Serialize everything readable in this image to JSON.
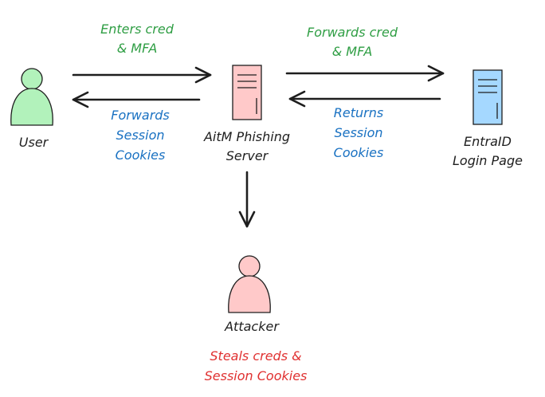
{
  "nodes": {
    "user": {
      "label": "User",
      "color": "#b2f2bb"
    },
    "phishing_server": {
      "label_lines": [
        "AitM Phishing",
        "Server"
      ],
      "color": "#ffc9c9"
    },
    "entra": {
      "label_lines": [
        "EntraID",
        "Login Page"
      ],
      "color": "#a5d8ff"
    },
    "attacker": {
      "label": "Attacker",
      "color": "#ffc9c9"
    }
  },
  "edges": {
    "user_to_server": {
      "label_lines": [
        "Enters cred",
        "& MFA"
      ],
      "color": "#2f9e44"
    },
    "server_to_user": {
      "label_lines": [
        "Forwards",
        "Session",
        "Cookies"
      ],
      "color": "#1971c2"
    },
    "server_to_entra": {
      "label_lines": [
        "Forwards cred",
        "& MFA"
      ],
      "color": "#2f9e44"
    },
    "entra_to_server": {
      "label_lines": [
        "Returns",
        "Session",
        "Cookies"
      ],
      "color": "#1971c2"
    },
    "server_to_attacker": {
      "label_lines": [
        "Steals creds &",
        "Session Cookies"
      ],
      "color": "#e03131"
    }
  },
  "icons": {
    "user": "person-icon",
    "phishing_server": "server-icon",
    "entra": "server-icon",
    "attacker": "person-icon"
  }
}
